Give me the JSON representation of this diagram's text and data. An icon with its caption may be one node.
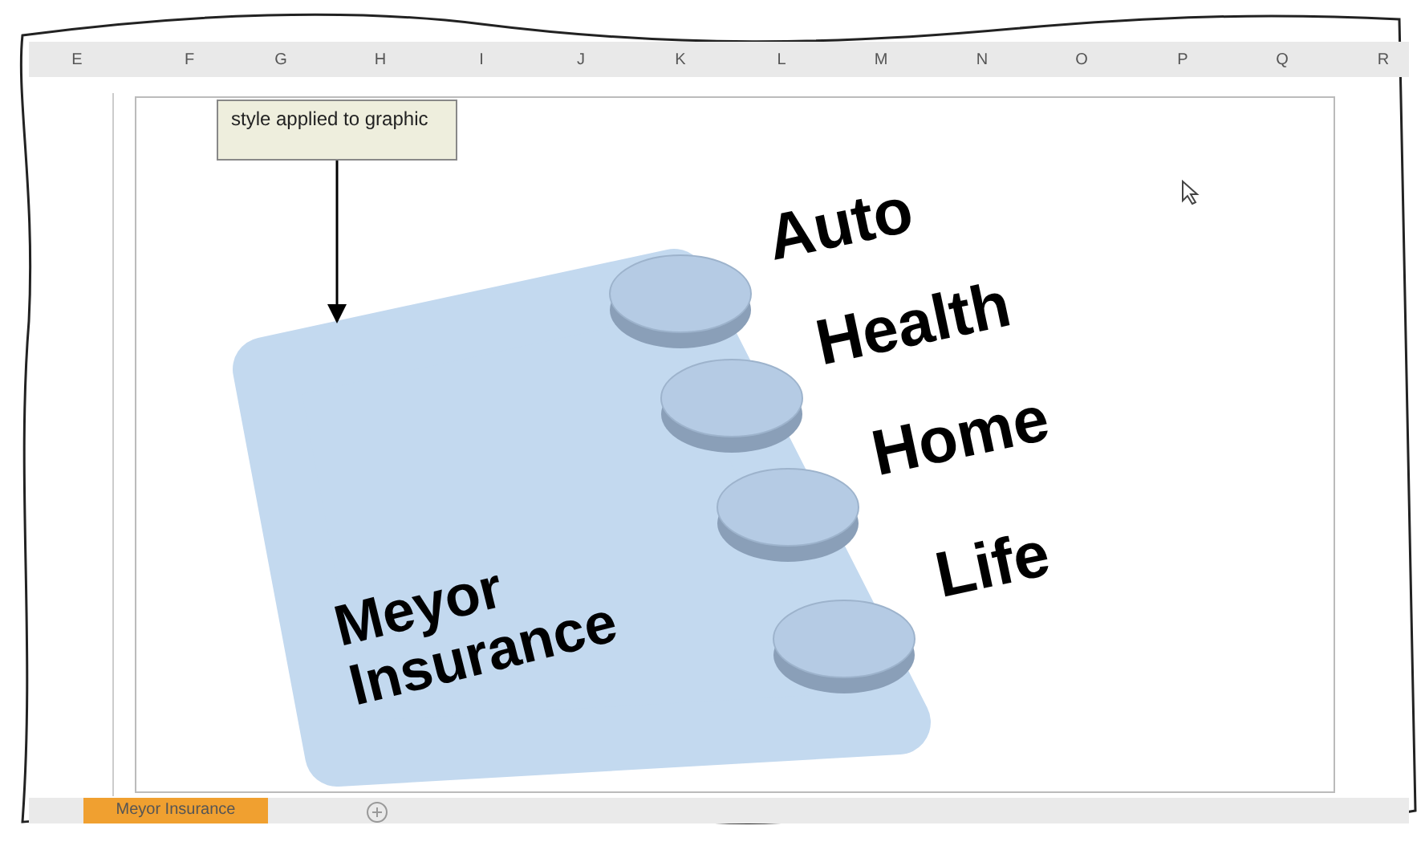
{
  "diagram": {
    "nodes": [
      {
        "text": [
          "style applied to graphic"
        ]
      },
      {
        "text": [
          "Meyor Insurance"
        ]
      },
      {
        "text": [],
        "shape": "circle",
        "beside": [
          "Auto"
        ],
        "in": 1
      },
      {
        "text": [],
        "shape": "circle",
        "beside": [
          "Health"
        ],
        "in": 1
      },
      {
        "text": [],
        "shape": "circle",
        "beside": [
          "Home"
        ],
        "in": 1
      },
      {
        "text": [],
        "shape": "circle",
        "beside": [
          "Life"
        ],
        "in": 1
      }
    ],
    "edges": [
      {
        "from": 0,
        "to": 1,
        "arrow": "to"
      }
    ],
    "labels": [
      "E",
      "F",
      "G",
      "H",
      "I",
      "J",
      "K",
      "L",
      "M",
      "N",
      "O",
      "P",
      "Q",
      "R",
      "Meyor Insurance"
    ]
  }
}
